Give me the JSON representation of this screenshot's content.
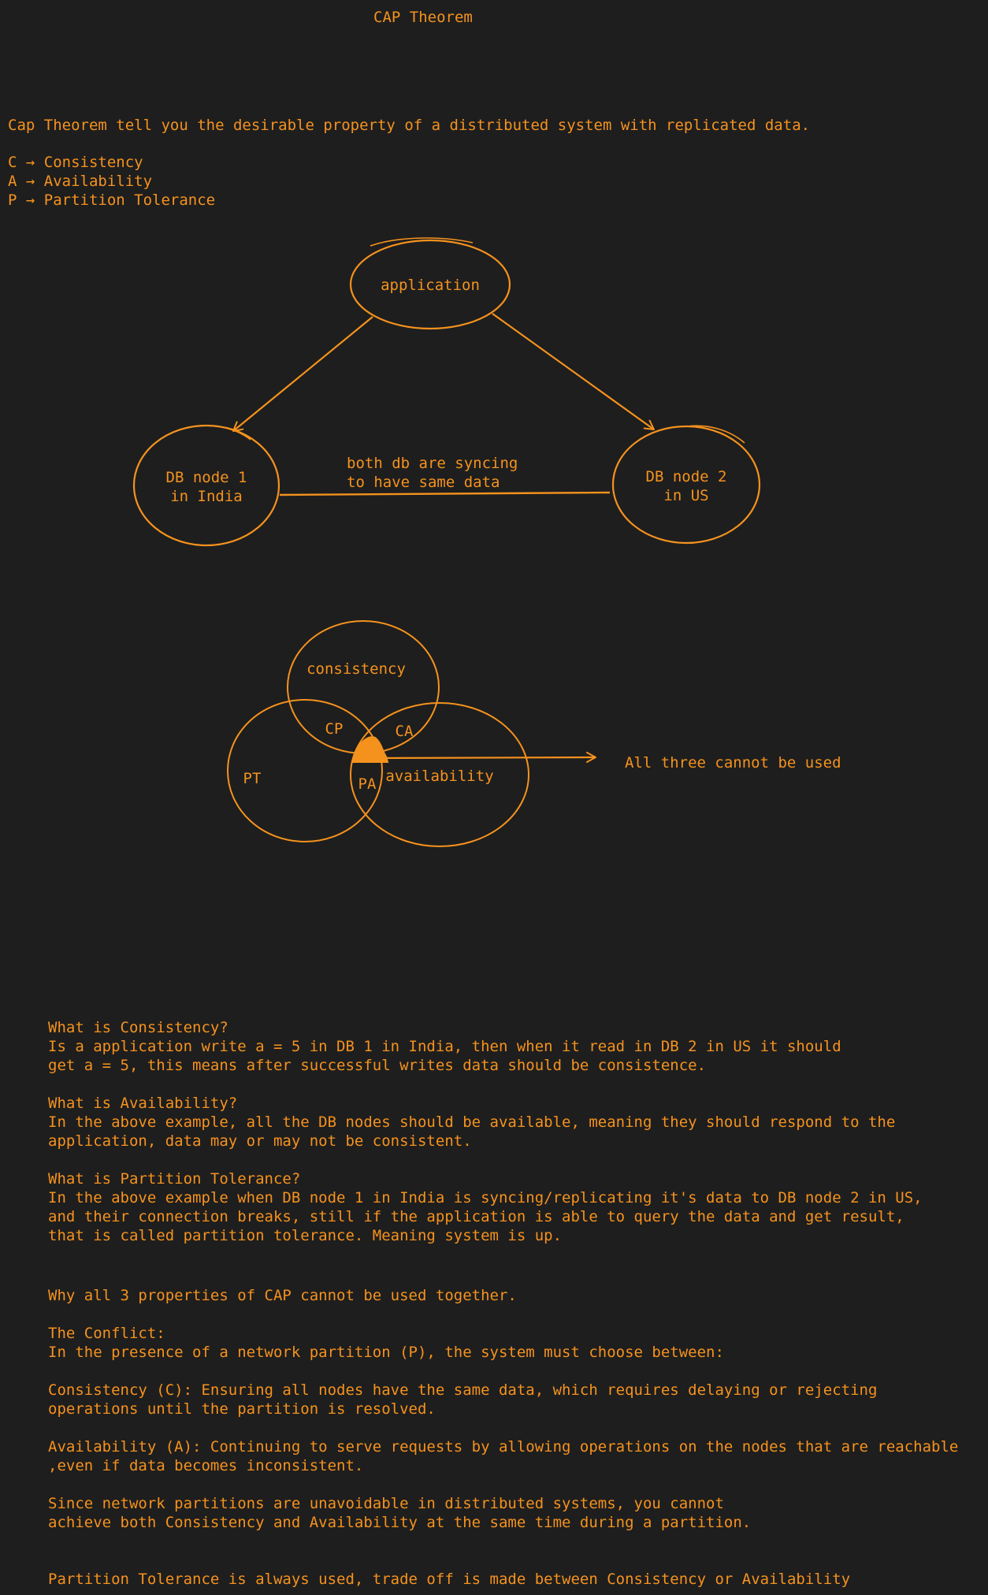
{
  "title": "CAP Theorem",
  "intro": "Cap Theorem tell you the desirable property of a distributed system with replicated data.",
  "definitions": [
    "C → Consistency",
    "A → Availability",
    "P → Partition Tolerance"
  ],
  "diagram": {
    "application": "application",
    "db1_line1": "DB node 1",
    "db1_line2": "in India",
    "db2_line1": "DB node 2",
    "db2_line2": "in US",
    "sync_line1": "both db are syncing",
    "sync_line2": "to have same data"
  },
  "venn": {
    "consistency": "consistency",
    "availability": "availability",
    "pt": "PT",
    "cp": "CP",
    "ca": "CA",
    "pa": "PA",
    "note": "All three cannot be used"
  },
  "sections": {
    "consistency_q": "What is Consistency?",
    "consistency_a1": "Is a application write a = 5 in DB 1 in India, then when it read in DB 2 in US it should",
    "consistency_a2": "get a = 5, this means after successful writes data should be consistence.",
    "availability_q": "What is Availability?",
    "availability_a1": "In the above example, all the DB nodes should be available, meaning they should respond to the",
    "availability_a2": "application, data may or may not be consistent.",
    "partition_q": "What is Partition Tolerance?",
    "partition_a1": "In the above example when DB node 1 in India is syncing/replicating it's data to DB node 2 in US,",
    "partition_a2": "and their connection breaks, still if the application is able to query the data and get result,",
    "partition_a3": "that is called partition tolerance. Meaning system is up.",
    "why": "Why all 3 properties of CAP cannot be used together.",
    "conflict_title": "The Conflict:",
    "conflict_text": "In the presence of a network partition (P), the system must choose between:",
    "c_choice1": "Consistency (C): Ensuring all nodes have the same data, which requires delaying or rejecting",
    "c_choice2": "operations until the partition is resolved.",
    "a_choice1": "Availability (A): Continuing to serve requests by allowing operations on the nodes that are reachable",
    "a_choice2": ",even if data becomes inconsistent.",
    "since1": "Since network partitions are unavoidable in distributed systems, you cannot",
    "since2": "achieve both Consistency and Availability at the same time during a partition.",
    "final": "Partition Tolerance is always used, trade off is made between Consistency or Availability"
  },
  "colors": {
    "background": "#1e1e1e",
    "accent": "#f5921e"
  }
}
